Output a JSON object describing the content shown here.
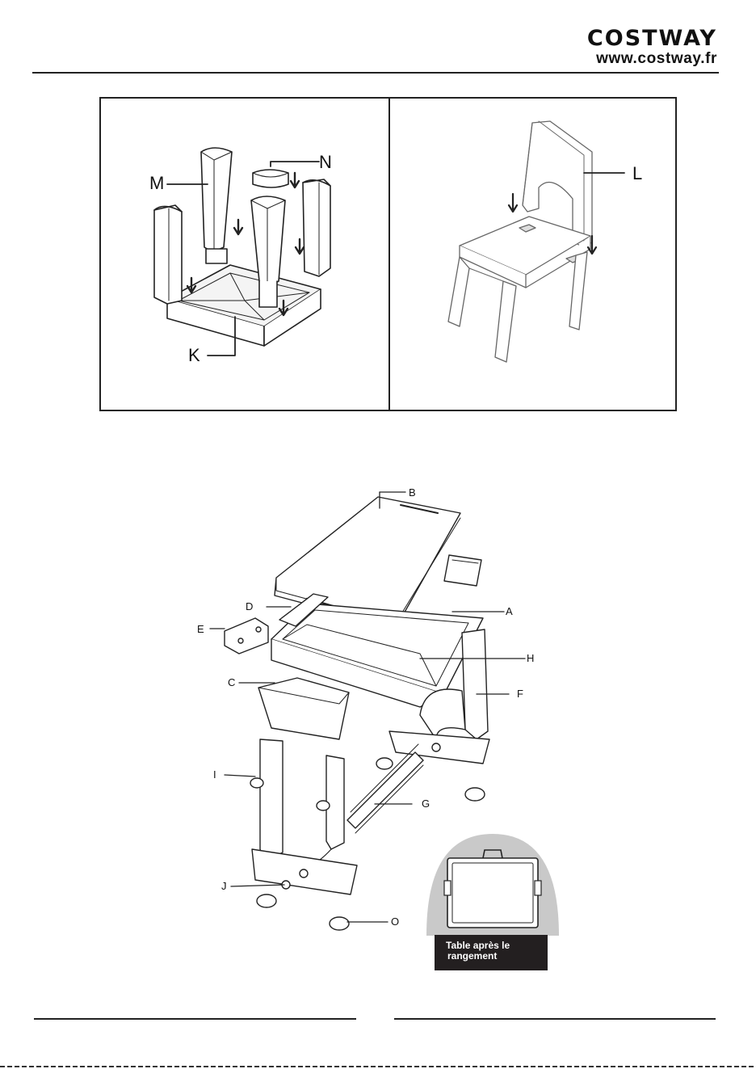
{
  "header": {
    "brand": "COSTWAY",
    "website": "www.costway.fr"
  },
  "step_chair": {
    "labels": {
      "m": "M",
      "n": "N",
      "k": "K",
      "l": "L"
    }
  },
  "step_table": {
    "labels": {
      "a": "A",
      "b": "B",
      "c": "C",
      "d": "D",
      "e": "E",
      "f": "F",
      "g": "G",
      "h": "H",
      "i": "I",
      "j": "J",
      "o": "O"
    },
    "storage_caption_line1": "Table après le",
    "storage_caption_line2": "rangement"
  }
}
